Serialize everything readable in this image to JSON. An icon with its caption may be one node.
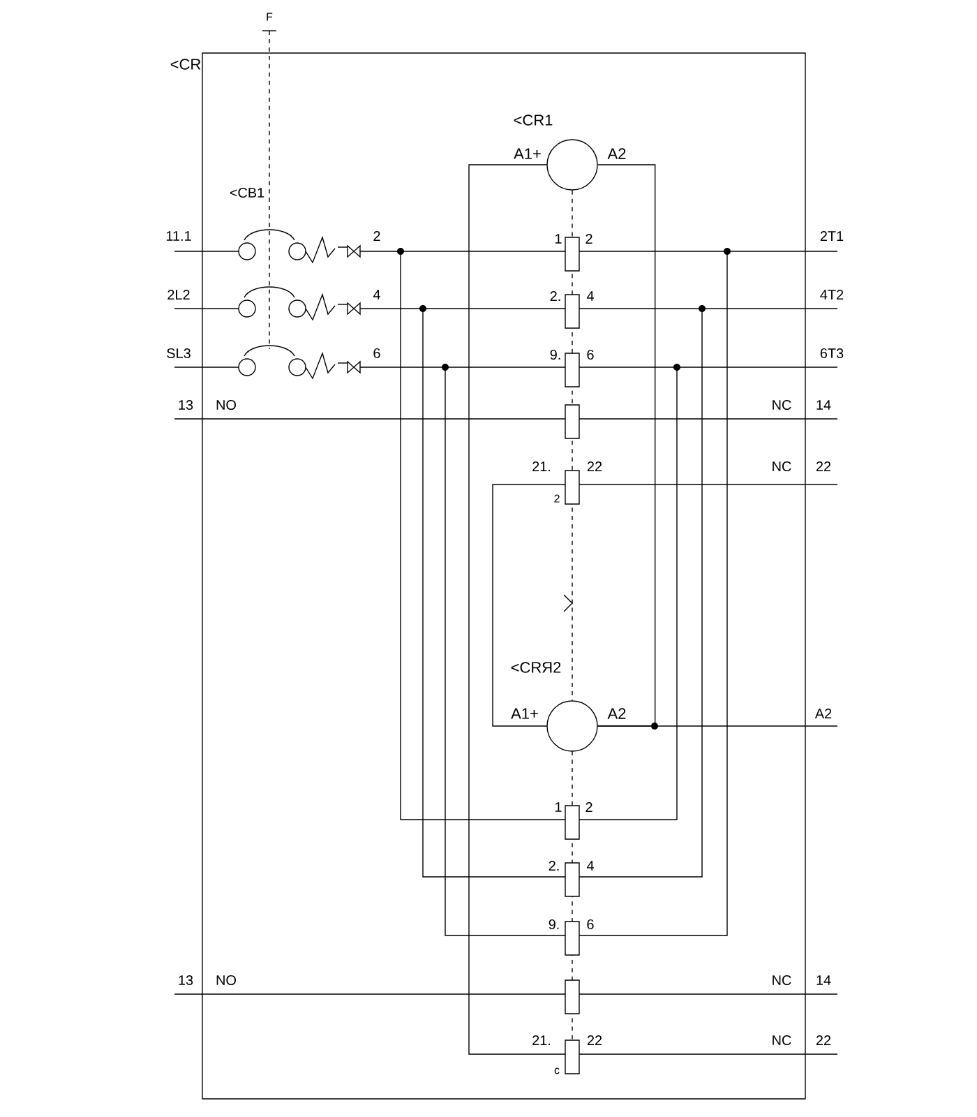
{
  "diagram": {
    "nodes": [
      {
        "text": [
          "<CR"
        ]
      },
      {
        "text": [],
        "shape": "circle",
        "in": 0,
        "beside": [
          "<CR1",
          "A1+",
          "A2"
        ]
      },
      {
        "text": [],
        "shape": "circle",
        "in": 0,
        "beside": [
          "<CRЯ2",
          "A1+",
          "A2"
        ]
      }
    ],
    "edges": [
      {
        "from": 1,
        "to": 2,
        "arrow": "none",
        "style": "dashed"
      },
      {
        "from": 1,
        "to": 2,
        "arrow": "none"
      }
    ],
    "labels": [
      "F",
      "<CB1",
      "11.1",
      "2",
      "1",
      "2",
      "2T1",
      "2L2",
      "4",
      "2.",
      "4",
      "4T2",
      "SL3",
      "6",
      "9.",
      "6",
      "6T3",
      "13",
      "NO",
      "NC",
      "14",
      "21.",
      "22",
      "NC",
      "22",
      "2",
      "A2",
      "1",
      "2",
      "2.",
      "4",
      "9.",
      "6",
      "13",
      "NO",
      "NC",
      "14",
      "21.",
      "22",
      "NC",
      "22",
      "c"
    ]
  }
}
